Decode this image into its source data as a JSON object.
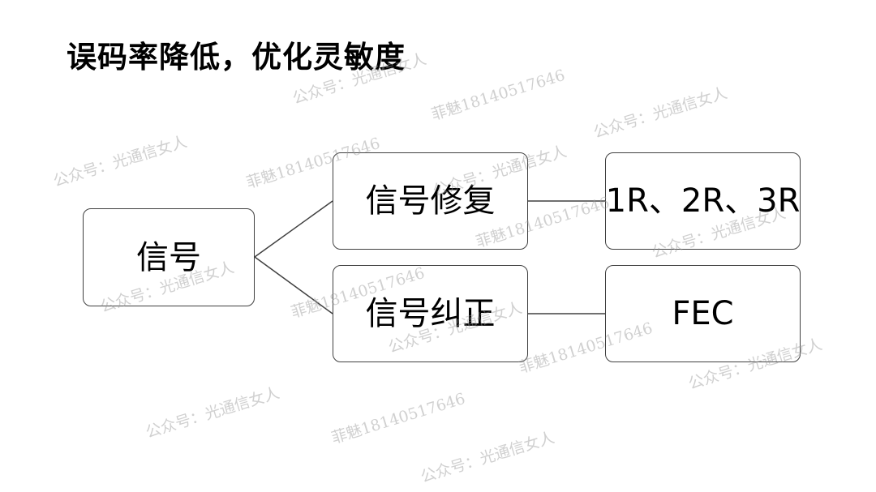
{
  "title": "误码率降低，优化灵敏度",
  "nodes": {
    "root": "信号",
    "repair": "信号修复",
    "correction": "信号纠正",
    "repair_detail": "1R、2R、3R",
    "correction_detail": "FEC"
  },
  "watermarks": {
    "account": "公众号：光通信女人",
    "contact": "菲魅18140517646"
  }
}
